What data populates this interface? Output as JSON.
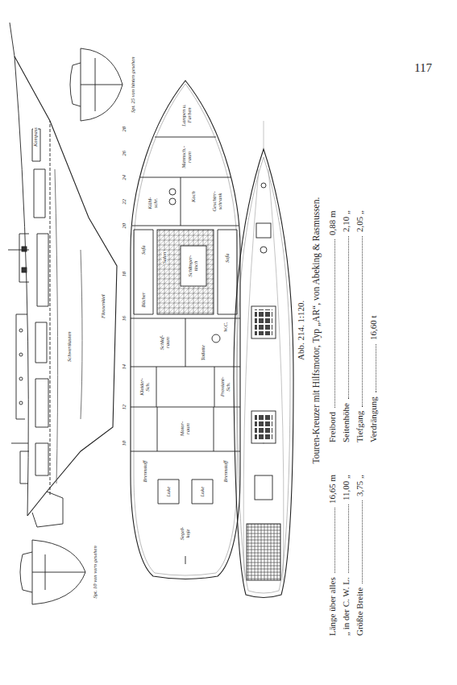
{
  "diagram": {
    "caption": "Touren-Kreuzer mit Hilfsmotor, Typ „AR“, von Abeking & Rasmussen.",
    "labels": [
      "117",
      "Abb. 214. 1:120.",
      "Länge über alles",
      "16,65 m",
      "„ in der C. W. L.",
      "11,00 „",
      "Größte Breite",
      "3,75 „",
      "Freibord",
      "0,88 m",
      "Seitenhöhe",
      "2,10 „",
      "Tiefgang",
      "2,05 „",
      "Verdrängung",
      "16,60 t",
      "Kompass",
      "Flossenkiel",
      "Schwertkasten",
      "Spt. 25 von hinten gesehen",
      "Spt. 10 von vorn gesehen",
      "Lampen u. Farben",
      "Mannsch.- raum",
      "Kühl- schr.",
      "Koch",
      "Geschirr- schrank",
      "Salon",
      "Schlinger- tisch",
      "Sofa",
      "Sofa",
      "Bücher",
      "Schlaf- raum",
      "Toilette",
      "W.C.",
      "Kleider- Sch.",
      "Proviant- Sch.",
      "Motor- raum",
      "Brennstoff",
      "Brennstoff",
      "Luke",
      "Luke",
      "Segel- koje",
      "10",
      "12",
      "14",
      "16",
      "18",
      "20",
      "22",
      "24",
      "26",
      "28"
    ]
  }
}
